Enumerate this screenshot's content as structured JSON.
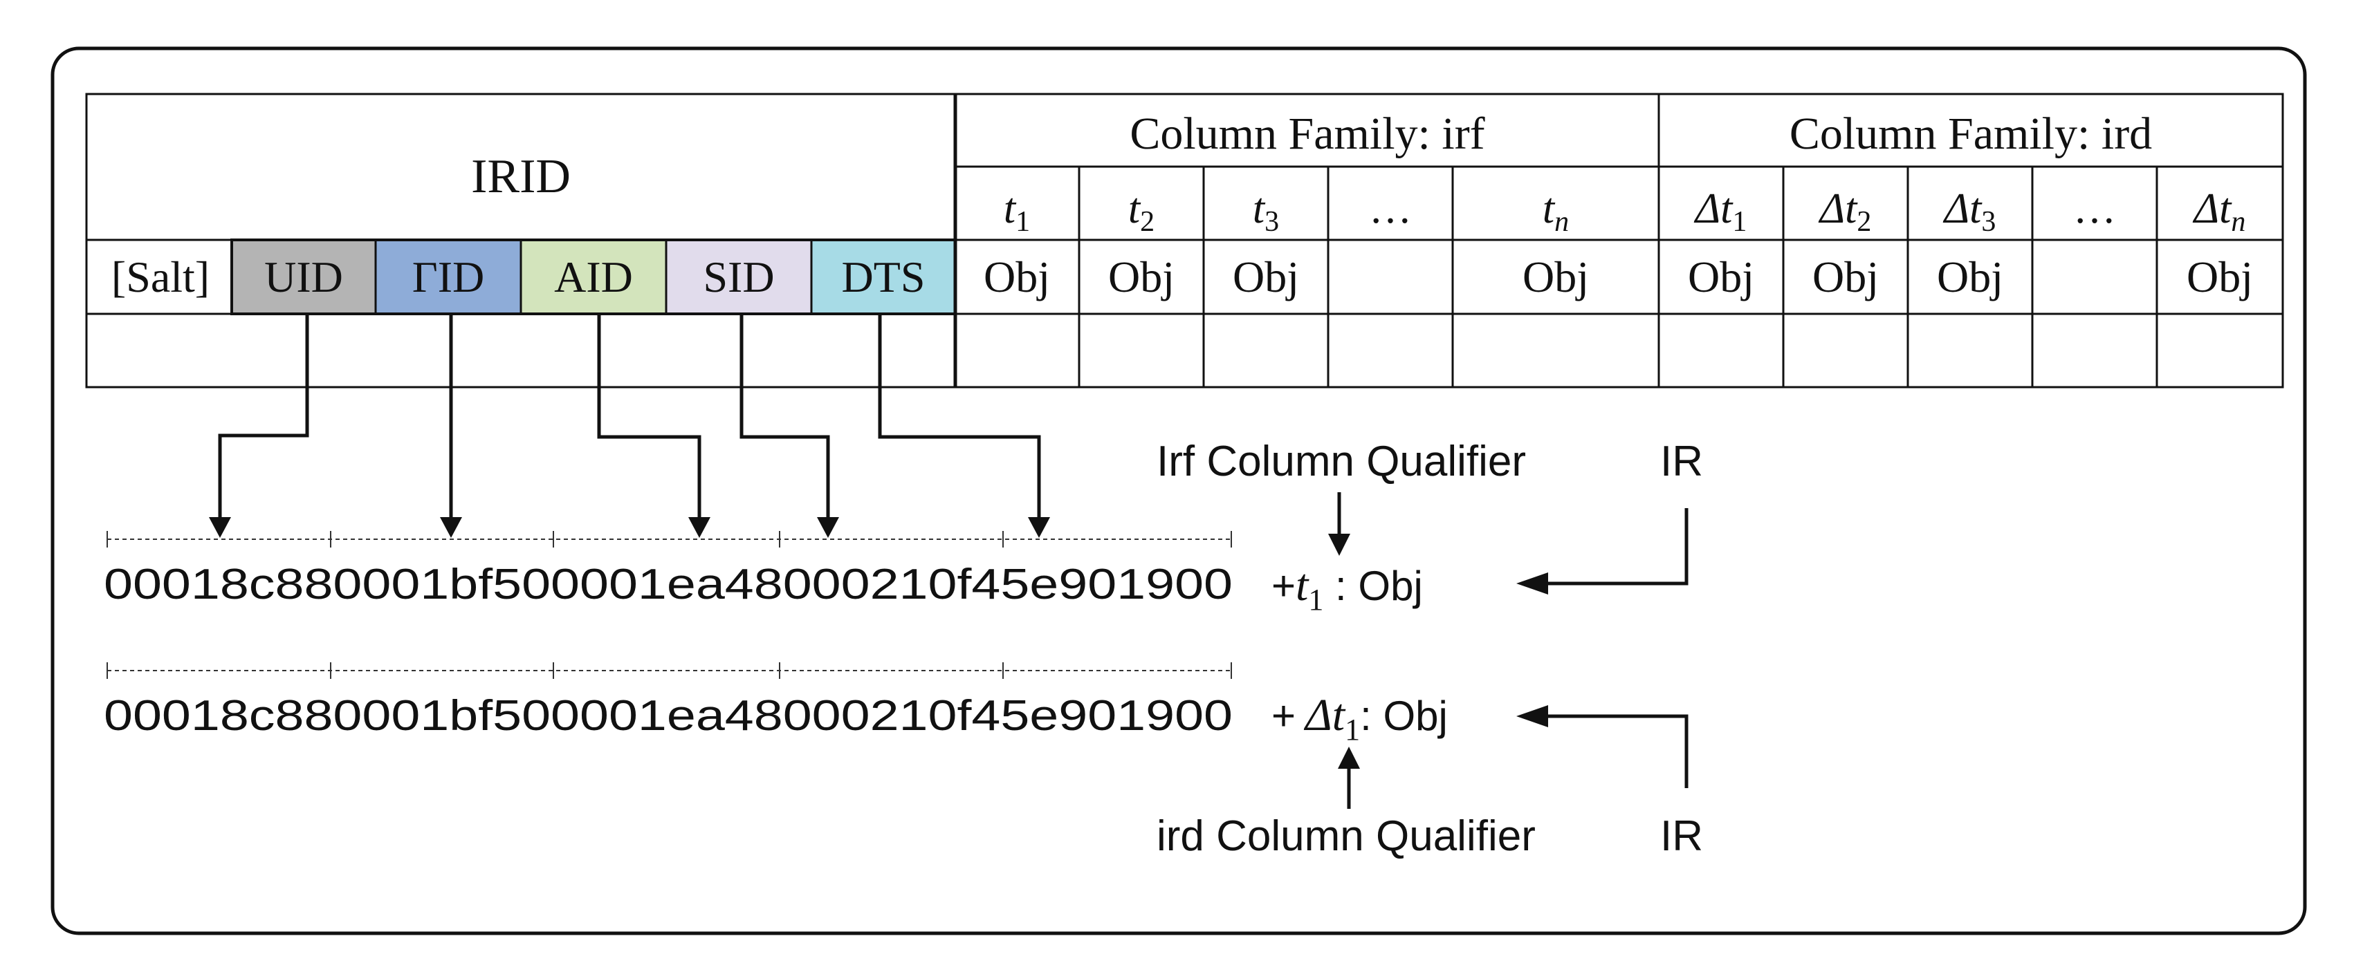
{
  "table": {
    "rowkey_header": "IRID",
    "rowkey_parts": [
      {
        "label": "[Salt]",
        "fill": "#ffffff"
      },
      {
        "label": "UID",
        "fill": "#b4b4b4"
      },
      {
        "label": "ΓID",
        "fill": "#8eacd8"
      },
      {
        "label": "AID",
        "fill": "#d3e4bc"
      },
      {
        "label": "SID",
        "fill": "#e1dcec"
      },
      {
        "label": "DTS",
        "fill": "#a7dbe6"
      }
    ],
    "families": [
      {
        "title": "Column Family: irf",
        "qualifiers": [
          {
            "base": "t",
            "prefix": "",
            "sub": "1"
          },
          {
            "base": "t",
            "prefix": "",
            "sub": "2"
          },
          {
            "base": "t",
            "prefix": "",
            "sub": "3"
          },
          {
            "base": "…",
            "prefix": "",
            "sub": ""
          },
          {
            "base": "t",
            "prefix": "",
            "sub": "n"
          }
        ],
        "cells": [
          "Obj",
          "Obj",
          "Obj",
          "",
          "Obj"
        ]
      },
      {
        "title": "Column Family: ird",
        "qualifiers": [
          {
            "base": "t",
            "prefix": "Δ",
            "sub": "1"
          },
          {
            "base": "t",
            "prefix": "Δ",
            "sub": "2"
          },
          {
            "base": "t",
            "prefix": "Δ",
            "sub": "3"
          },
          {
            "base": "…",
            "prefix": "",
            "sub": ""
          },
          {
            "base": "t",
            "prefix": "Δ",
            "sub": "n"
          }
        ],
        "cells": [
          "Obj",
          "Obj",
          "Obj",
          "",
          "Obj"
        ]
      }
    ]
  },
  "keys": {
    "row1_key": "00018c880001bf500001ea48000210f45e901900",
    "row2_key": "00018c880001bf500001ea48000210f45e901900",
    "row1_plus": "+",
    "row1_qualifier": {
      "prefix": "",
      "base": "t",
      "sub": "1"
    },
    "row1_suffix": " : Obj",
    "row2_plus": "+",
    "row2_qualifier": {
      "prefix": "Δ",
      "base": "t",
      "sub": "1"
    },
    "row2_suffix": ": Obj"
  },
  "labels": {
    "irf_qualifier": "Irf Column Qualifier",
    "ir_top": "IR",
    "ird_qualifier": "ird Column Qualifier",
    "ir_bottom": "IR"
  }
}
